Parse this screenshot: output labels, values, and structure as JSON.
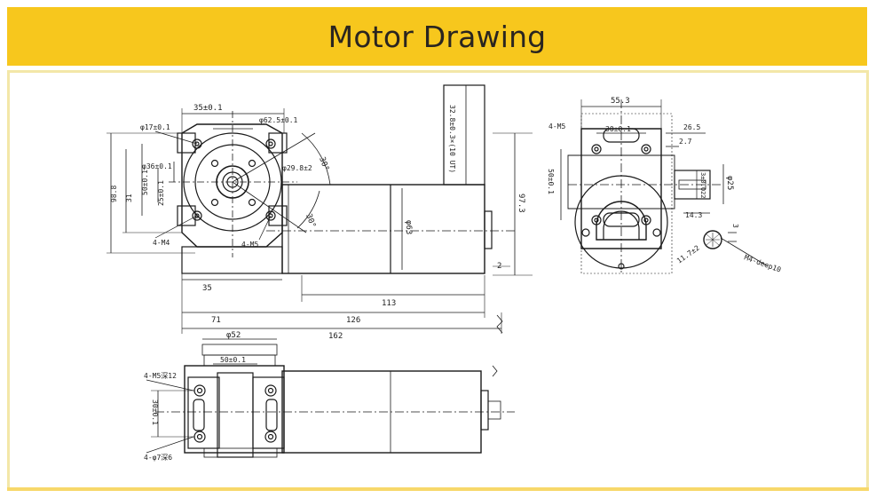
{
  "header": {
    "title": "Motor Drawing"
  },
  "dimensions": {
    "front": {
      "d35": "35±0.1",
      "d17": "φ17±0.1",
      "d625": "φ62.5±0.1",
      "d36": "φ36±0.1",
      "d50": "50±0.1",
      "d25": "25±0.1",
      "d31": "31",
      "d98": "98.8",
      "hole_m4": "4-M4",
      "hole_m5": "4-M5",
      "angle1": "30°",
      "d29": "φ29.8±2",
      "angle2": "30°"
    },
    "side": {
      "shaft_note": "32.8±0.3×(10 UT)",
      "d63": "φ63",
      "d97": "97.3",
      "d113": "113",
      "d126": "126",
      "d162": "162",
      "d71": "71",
      "d35b": "35",
      "d2": "2"
    },
    "end": {
      "d553": "55.3",
      "hole_m5": "4-M5",
      "d30": "30±0.1",
      "d265": "26.5",
      "d27": "2.7",
      "d50": "50±0.1",
      "d25": "φ25",
      "d3": "3±0.022",
      "d143": "14.3",
      "d3b": "3",
      "d117": "11.7±2",
      "thread": "M4-deep10"
    },
    "top": {
      "d52": "φ52",
      "d50": "50±0.1",
      "hole_m5": "4-M5深12",
      "d30": "30±0.1",
      "hole_7": "4-φ7深6"
    }
  }
}
